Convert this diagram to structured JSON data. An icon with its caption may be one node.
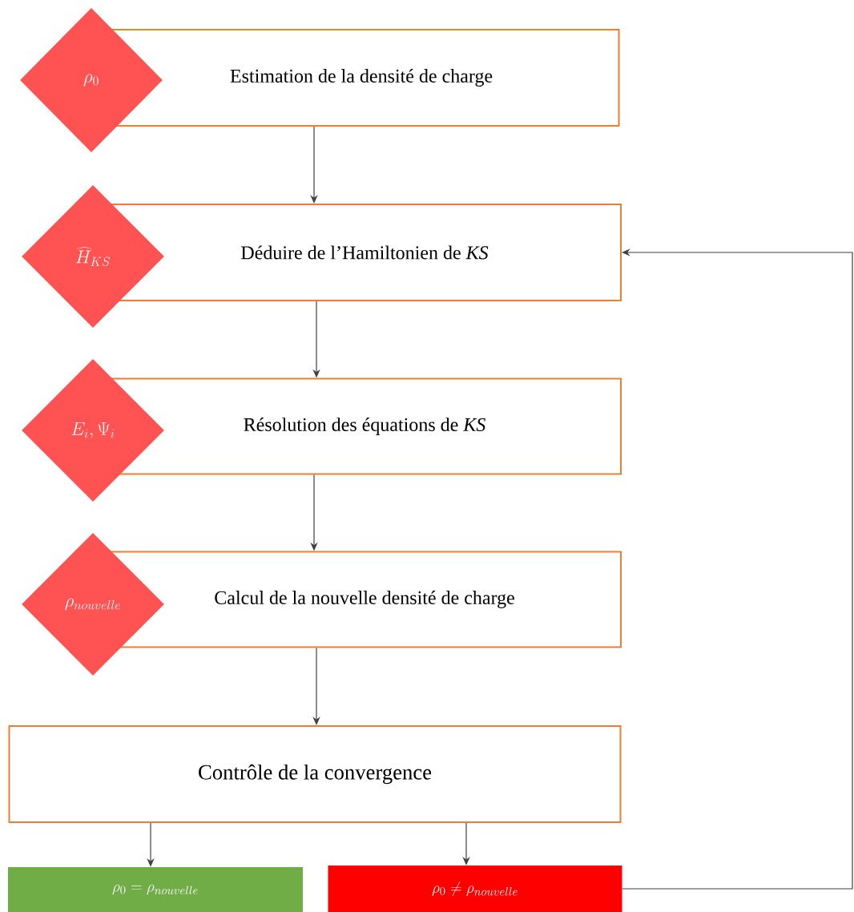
{
  "diagram": {
    "nodes": [
      {
        "text": [
          "\\rho_0"
        ]
      },
      {
        "text": [
          "Estimation de la densité de charge"
        ]
      },
      {
        "text": [
          "\\widehat{H}_{KS}"
        ]
      },
      {
        "text": [
          "Déduire de l’Hamiltonien de *KS*"
        ]
      },
      {
        "text": [
          "E_i, \\Psi_i"
        ]
      },
      {
        "text": [
          "Résolution des équations de *KS*"
        ]
      },
      {
        "text": [
          "\\rho_{nouvelle}"
        ]
      },
      {
        "text": [
          "Calcul de la nouvelle densité de charge"
        ]
      },
      {
        "text": [
          "Contrôle de la convergence"
        ]
      },
      {
        "text": [
          "\\rho_0 = \\rho_{nouvelle}"
        ]
      },
      {
        "text": [
          "\\rho_0 \\neq \\rho_{nouvelle}"
        ]
      }
    ],
    "edges": [
      {
        "from": 1,
        "to": 3,
        "arrow": "to"
      },
      {
        "from": 3,
        "to": 5,
        "arrow": "to"
      },
      {
        "from": 5,
        "to": 7,
        "arrow": "to"
      },
      {
        "from": 7,
        "to": 8,
        "arrow": "to"
      },
      {
        "from": 8,
        "to": 9,
        "arrow": "to"
      },
      {
        "from": 8,
        "to": 10,
        "arrow": "to"
      },
      {
        "from": 10,
        "to": 3,
        "arrow": "to"
      }
    ]
  }
}
